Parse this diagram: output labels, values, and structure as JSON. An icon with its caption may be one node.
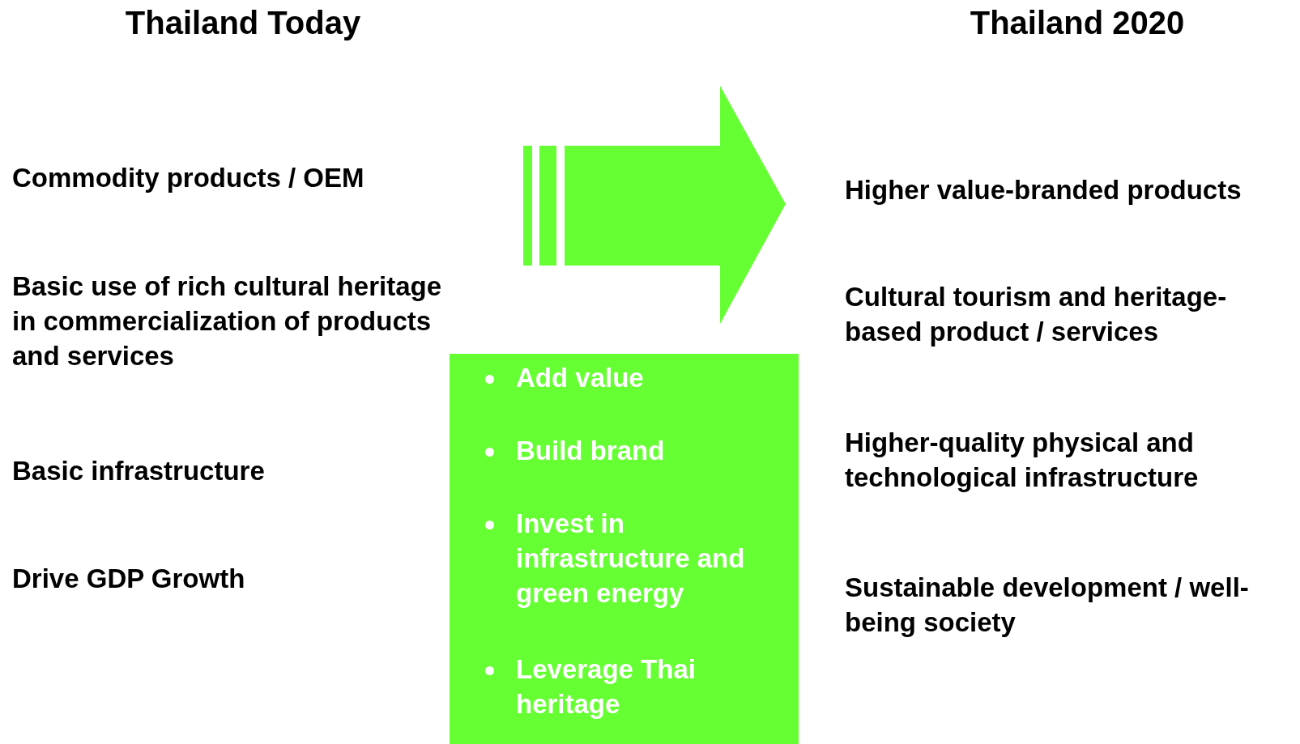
{
  "diagram": {
    "nodes": [
      {
        "text": [
          "Add value",
          "Build brand",
          "Invest in infrastructure and green energy",
          "Leverage Thai heritage"
        ]
      }
    ],
    "labels": [
      "Thailand Today",
      "Thailand 2020",
      "Commodity products / OEM",
      "Higher value-branded products",
      "Basic use of rich cultural heritage in commercialization of products and services",
      "Cultural tourism and heritage-based product / services",
      "Basic infrastructure",
      "Higher-quality physical and technological infrastructure",
      "Drive GDP Growth",
      "Sustainable development / well-being society"
    ]
  }
}
